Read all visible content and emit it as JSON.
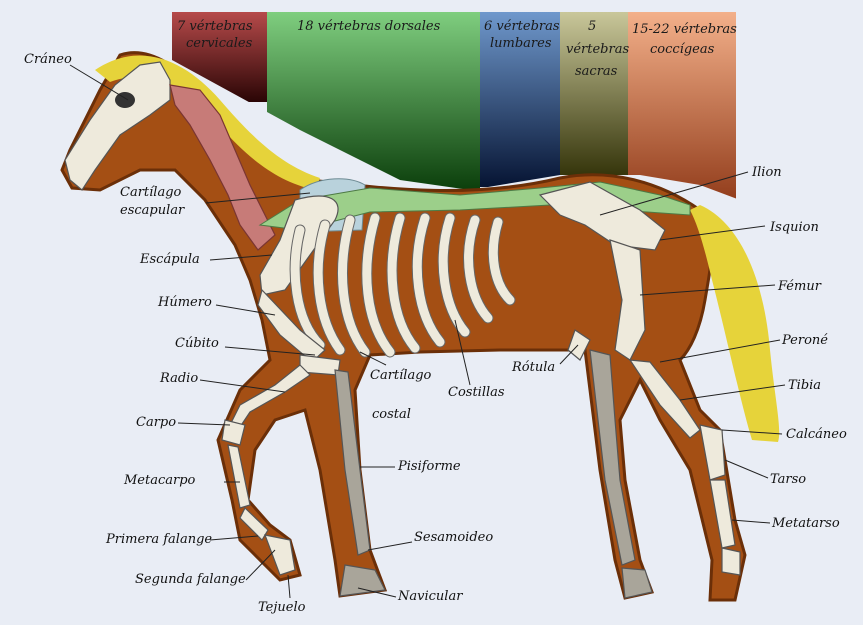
{
  "bands": [
    {
      "lines": [
        "7 vértebras",
        "cervicales"
      ],
      "color_top": "#b64a4a",
      "color_bottom": "#2a0505"
    },
    {
      "lines": [
        "18 vértebras dorsales"
      ],
      "color_top": "#7fce7f",
      "color_bottom": "#0a3d0a"
    },
    {
      "lines": [
        "6 vértebras",
        "lumbares"
      ],
      "color_top": "#6f98cc",
      "color_bottom": "#061433"
    },
    {
      "lines": [
        "5",
        "vértebras",
        "sacras"
      ],
      "color_top": "#c9c79a",
      "color_bottom": "#2f2f05"
    },
    {
      "lines": [
        "15-22 vértebras",
        "coccígeas"
      ],
      "color_top": "#f3b08a",
      "color_bottom": "#8a3312"
    }
  ],
  "labels": {
    "craneo": "Cráneo",
    "cartilago_escapular_1": "Cartílago",
    "cartilago_escapular_2": "escapular",
    "escapula": "Escápula",
    "humero": "Húmero",
    "cubito": "Cúbito",
    "radio": "Radio",
    "carpo": "Carpo",
    "metacarpo": "Metacarpo",
    "primera_falange": "Primera falange",
    "segunda_falange": "Segunda falange",
    "tejuelo": "Tejuelo",
    "cartilago_costal_1": "Cartílago",
    "cartilago_costal_2": "costal",
    "costillas": "Costillas",
    "pisiforme": "Pisiforme",
    "sesamoideo": "Sesamoideo",
    "navicular": "Navicular",
    "rotula": "Rótula",
    "ilion": "Ilion",
    "isquion": "Isquion",
    "femur": "Fémur",
    "perone": "Peroné",
    "tibia": "Tibia",
    "calcaneo": "Calcáneo",
    "tarso": "Tarso",
    "metatarso": "Metatarso"
  },
  "colors": {
    "body": "#a44f14",
    "body_outline": "#6b2f08",
    "mane": "#e6d33a",
    "bone": "#eeeadc",
    "cervical": "#c77b78",
    "dorsal": "#9ccf8a",
    "scapular_cartilage": "#b9d2dc"
  }
}
